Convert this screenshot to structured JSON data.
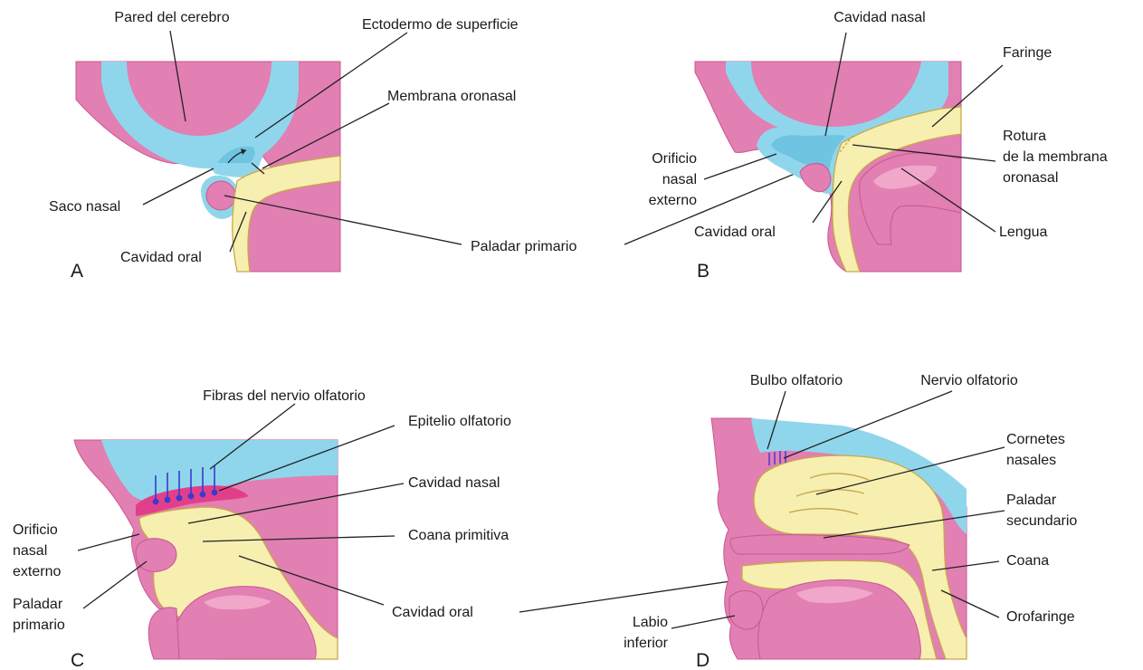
{
  "colors": {
    "tissue": "#e27fb3",
    "tissue_dark": "#c9578f",
    "brain": "#8fd6ec",
    "cavity": "#f7efb0",
    "cavity_edge": "#c9a84a",
    "olfactory_epithelium": "#e23f8a",
    "nerve": "#3a3ad0"
  },
  "panels": {
    "a": {
      "letter": "A",
      "pared_del_cerebro": "Pared del cerebro",
      "ectodermo": "Ectodermo de superficie",
      "membrana_oronasal": "Membrana oronasal",
      "saco_nasal": "Saco nasal",
      "cavidad_oral": "Cavidad oral",
      "paladar_primario": "Paladar primario"
    },
    "b": {
      "letter": "B",
      "cavidad_nasal": "Cavidad nasal",
      "faringe": "Faringe",
      "rotura_1": "Rotura",
      "rotura_2": "de la membrana",
      "rotura_3": "oronasal",
      "orificio_1": "Orificio",
      "orificio_2": "nasal",
      "orificio_3": "externo",
      "cavidad_oral": "Cavidad oral",
      "lengua": "Lengua"
    },
    "c": {
      "letter": "C",
      "fibras": "Fibras del nervio olfatorio",
      "epitelio": "Epitelio olfatorio",
      "cavidad_nasal": "Cavidad nasal",
      "coana_primitiva": "Coana primitiva",
      "orificio_1": "Orificio",
      "orificio_2": "nasal",
      "orificio_3": "externo",
      "paladar_1": "Paladar",
      "paladar_2": "primario",
      "cavidad_oral": "Cavidad oral"
    },
    "d": {
      "letter": "D",
      "bulbo": "Bulbo olfatorio",
      "nervio": "Nervio olfatorio",
      "cornetes_1": "Cornetes",
      "cornetes_2": "nasales",
      "paladar_1": "Paladar",
      "paladar_2": "secundario",
      "coana": "Coana",
      "orofaringe": "Orofaringe",
      "labio_1": "Labio",
      "labio_2": "inferior"
    }
  }
}
